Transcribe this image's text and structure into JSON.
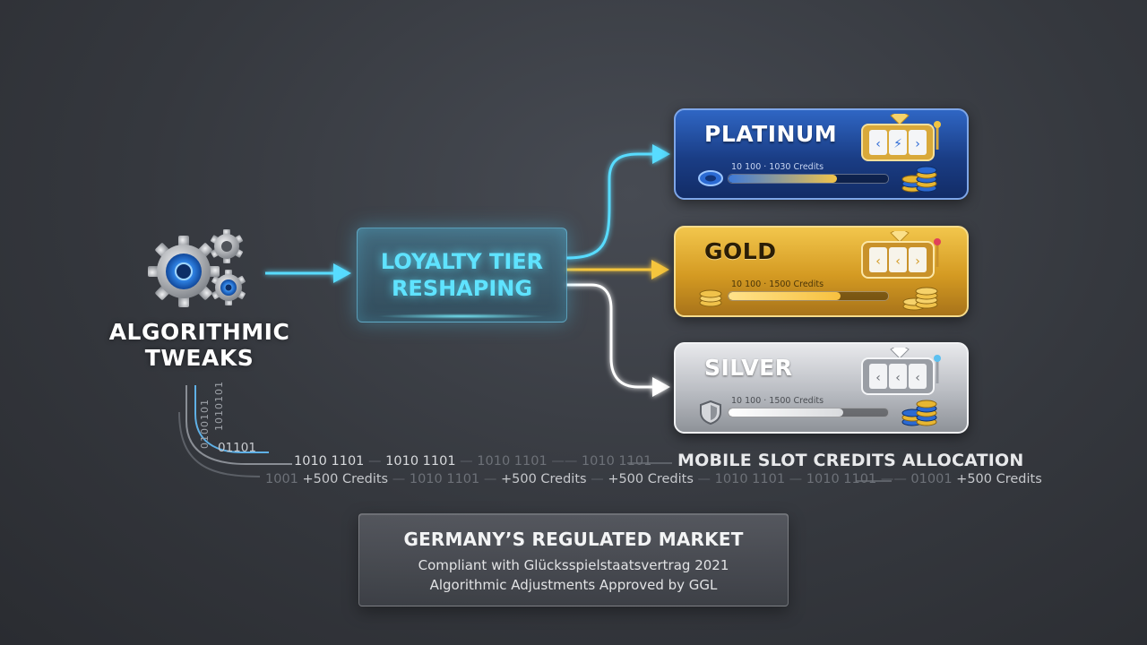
{
  "source": {
    "title_line1": "ALGORITHMIC",
    "title_line2": "TWEAKS",
    "icon": "gears-icon"
  },
  "process": {
    "line1": "LOYALTY TIER",
    "line2": "RESHAPING"
  },
  "tiers": [
    {
      "name": "PLATINUM",
      "credits_text": "10 100 · 1030 Credits",
      "progress": 0.68,
      "color": "#1f4aa0",
      "emblem": "poker-chip-icon"
    },
    {
      "name": "GOLD",
      "credits_text": "10 100 · 1500 Credits",
      "progress": 0.7,
      "color": "#e0ad32",
      "emblem": "coin-stack-icon"
    },
    {
      "name": "SILVER",
      "credits_text": "10 100 · 1500 Credits",
      "progress": 0.72,
      "color": "#c3c5c9",
      "emblem": "shield-icon"
    }
  ],
  "binary": {
    "row1": [
      "1010 1101",
      "1010 1101",
      "1010 1101",
      "1010 1101"
    ],
    "row2": [
      "1001",
      "+500 Credits",
      "1010 1101",
      "+500 Credits",
      "+500 Credits",
      "1010 1101",
      "1010 1101",
      "01001",
      "+500 Credits"
    ],
    "vertical1": "1010101",
    "vertical2": "0100101",
    "corner": "01101",
    "allocation_label": "MOBILE SLOT CREDITS ALLOCATION"
  },
  "market": {
    "title": "GERMANY’S REGULATED MARKET",
    "line1": "Compliant with Glücksspielstaatsvertrag 2021",
    "line2": "Algorithmic Adjustments Approved by GGL"
  },
  "colors": {
    "cyan_arrow": "#59dcff",
    "gold_arrow": "#f5c53e",
    "white_arrow": "#ffffff"
  }
}
